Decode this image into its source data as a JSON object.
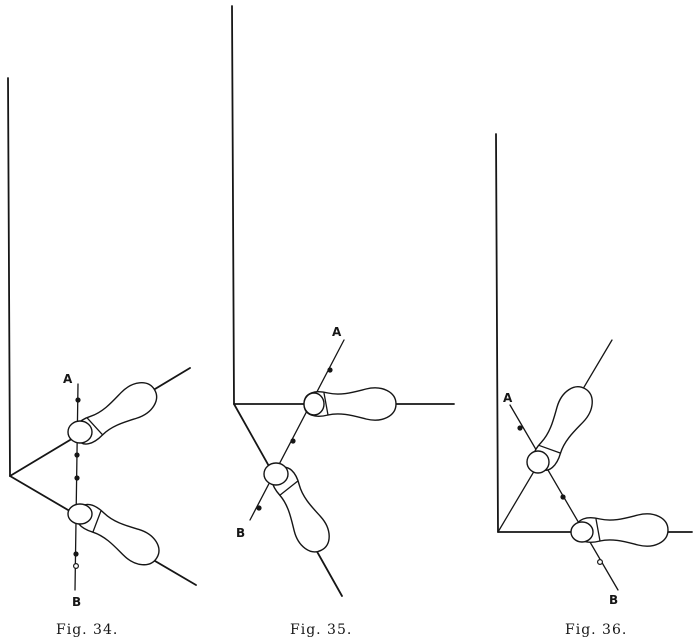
{
  "figures": [
    {
      "caption": "Fig. 34.",
      "point_a": "A",
      "point_b": "B"
    },
    {
      "caption": "Fig. 35.",
      "point_a": "A",
      "point_b": "B"
    },
    {
      "caption": "Fig. 36.",
      "point_a": "A",
      "point_b": "B"
    }
  ],
  "colors": {
    "ink": "#161616",
    "paper": "#ffffff"
  }
}
